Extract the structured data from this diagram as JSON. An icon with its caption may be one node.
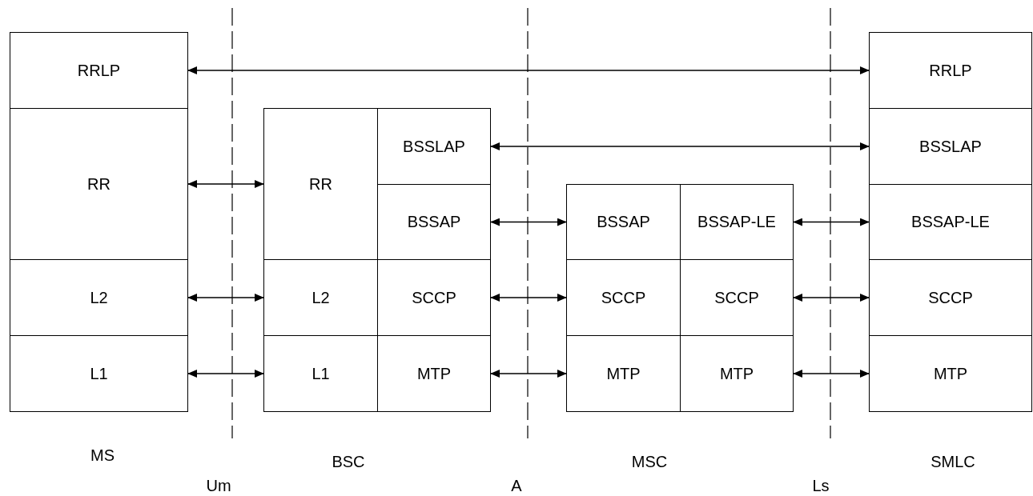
{
  "diagram": {
    "nodes": [
      {
        "text": [
          "RRLP"
        ]
      },
      {
        "text": [
          "RR"
        ]
      },
      {
        "text": [
          "L2"
        ]
      },
      {
        "text": [
          "L1"
        ]
      },
      {
        "text": [
          "RR"
        ]
      },
      {
        "text": [
          "BSSLAP"
        ]
      },
      {
        "text": [
          "BSSAP"
        ]
      },
      {
        "text": [
          "L2"
        ]
      },
      {
        "text": [
          "SCCP"
        ]
      },
      {
        "text": [
          "L1"
        ]
      },
      {
        "text": [
          "MTP"
        ]
      },
      {
        "text": [
          "BSSAP"
        ]
      },
      {
        "text": [
          "BSSAP-LE"
        ]
      },
      {
        "text": [
          "SCCP"
        ]
      },
      {
        "text": [
          "SCCP"
        ]
      },
      {
        "text": [
          "MTP"
        ]
      },
      {
        "text": [
          "MTP"
        ]
      },
      {
        "text": [
          "RRLP"
        ]
      },
      {
        "text": [
          "BSSLAP"
        ]
      },
      {
        "text": [
          "BSSAP-LE"
        ]
      },
      {
        "text": [
          "SCCP"
        ]
      },
      {
        "text": [
          "MTP"
        ]
      }
    ],
    "edges": [
      {
        "from": 0,
        "to": 17,
        "arrow": "both"
      },
      {
        "from": 1,
        "to": 4,
        "arrow": "both"
      },
      {
        "from": 2,
        "to": 7,
        "arrow": "both"
      },
      {
        "from": 3,
        "to": 9,
        "arrow": "both"
      },
      {
        "from": 5,
        "to": 18,
        "arrow": "both"
      },
      {
        "from": 6,
        "to": 11,
        "arrow": "both"
      },
      {
        "from": 8,
        "to": 13,
        "arrow": "both"
      },
      {
        "from": 10,
        "to": 15,
        "arrow": "both"
      },
      {
        "from": 12,
        "to": 19,
        "arrow": "both"
      },
      {
        "from": 14,
        "to": 20,
        "arrow": "both"
      },
      {
        "from": 16,
        "to": 21,
        "arrow": "both"
      }
    ],
    "labels": [
      "MS",
      "BSC",
      "MSC",
      "SMLC",
      "Um",
      "A",
      "Ls"
    ]
  }
}
